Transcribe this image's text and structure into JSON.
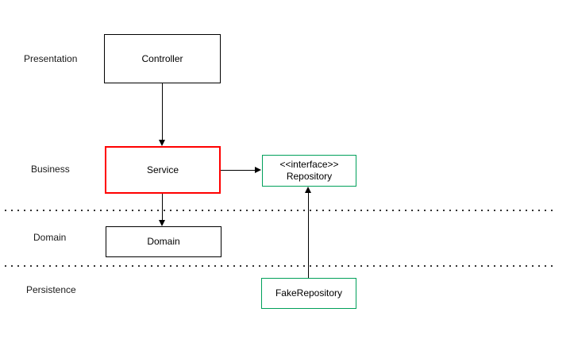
{
  "diagram_type": "layered-architecture-uml",
  "layers": {
    "presentation": {
      "label": "Presentation"
    },
    "business": {
      "label": "Business"
    },
    "domain": {
      "label": "Domain"
    },
    "persistence": {
      "label": "Persistence"
    }
  },
  "nodes": {
    "controller": {
      "label": "Controller",
      "layer": "Presentation",
      "border_color": "#000000"
    },
    "service": {
      "label": "Service",
      "layer": "Business",
      "border_color": "#ff0000"
    },
    "repository": {
      "stereotype": "<<interface>>",
      "label": "Repository",
      "layer": "Business",
      "border_color": "#00a05a"
    },
    "domain": {
      "label": "Domain",
      "layer": "Domain",
      "border_color": "#000000"
    },
    "fake_repository": {
      "label": "FakeRepository",
      "layer": "Persistence",
      "border_color": "#00a05a"
    }
  },
  "edges": [
    {
      "from": "Controller",
      "to": "Service",
      "style": "solid-filled-arrow"
    },
    {
      "from": "Service",
      "to": "Repository",
      "style": "solid-filled-arrow"
    },
    {
      "from": "Service",
      "to": "Domain",
      "style": "solid-filled-arrow"
    },
    {
      "from": "FakeRepository",
      "to": "Repository",
      "style": "solid-filled-arrow"
    }
  ],
  "colors": {
    "background": "#ffffff",
    "default_border": "#000000",
    "service_border": "#ff0000",
    "interface_border": "#00a05a",
    "edge": "#000000",
    "separator_dots": "#333333",
    "text": "#000000"
  }
}
